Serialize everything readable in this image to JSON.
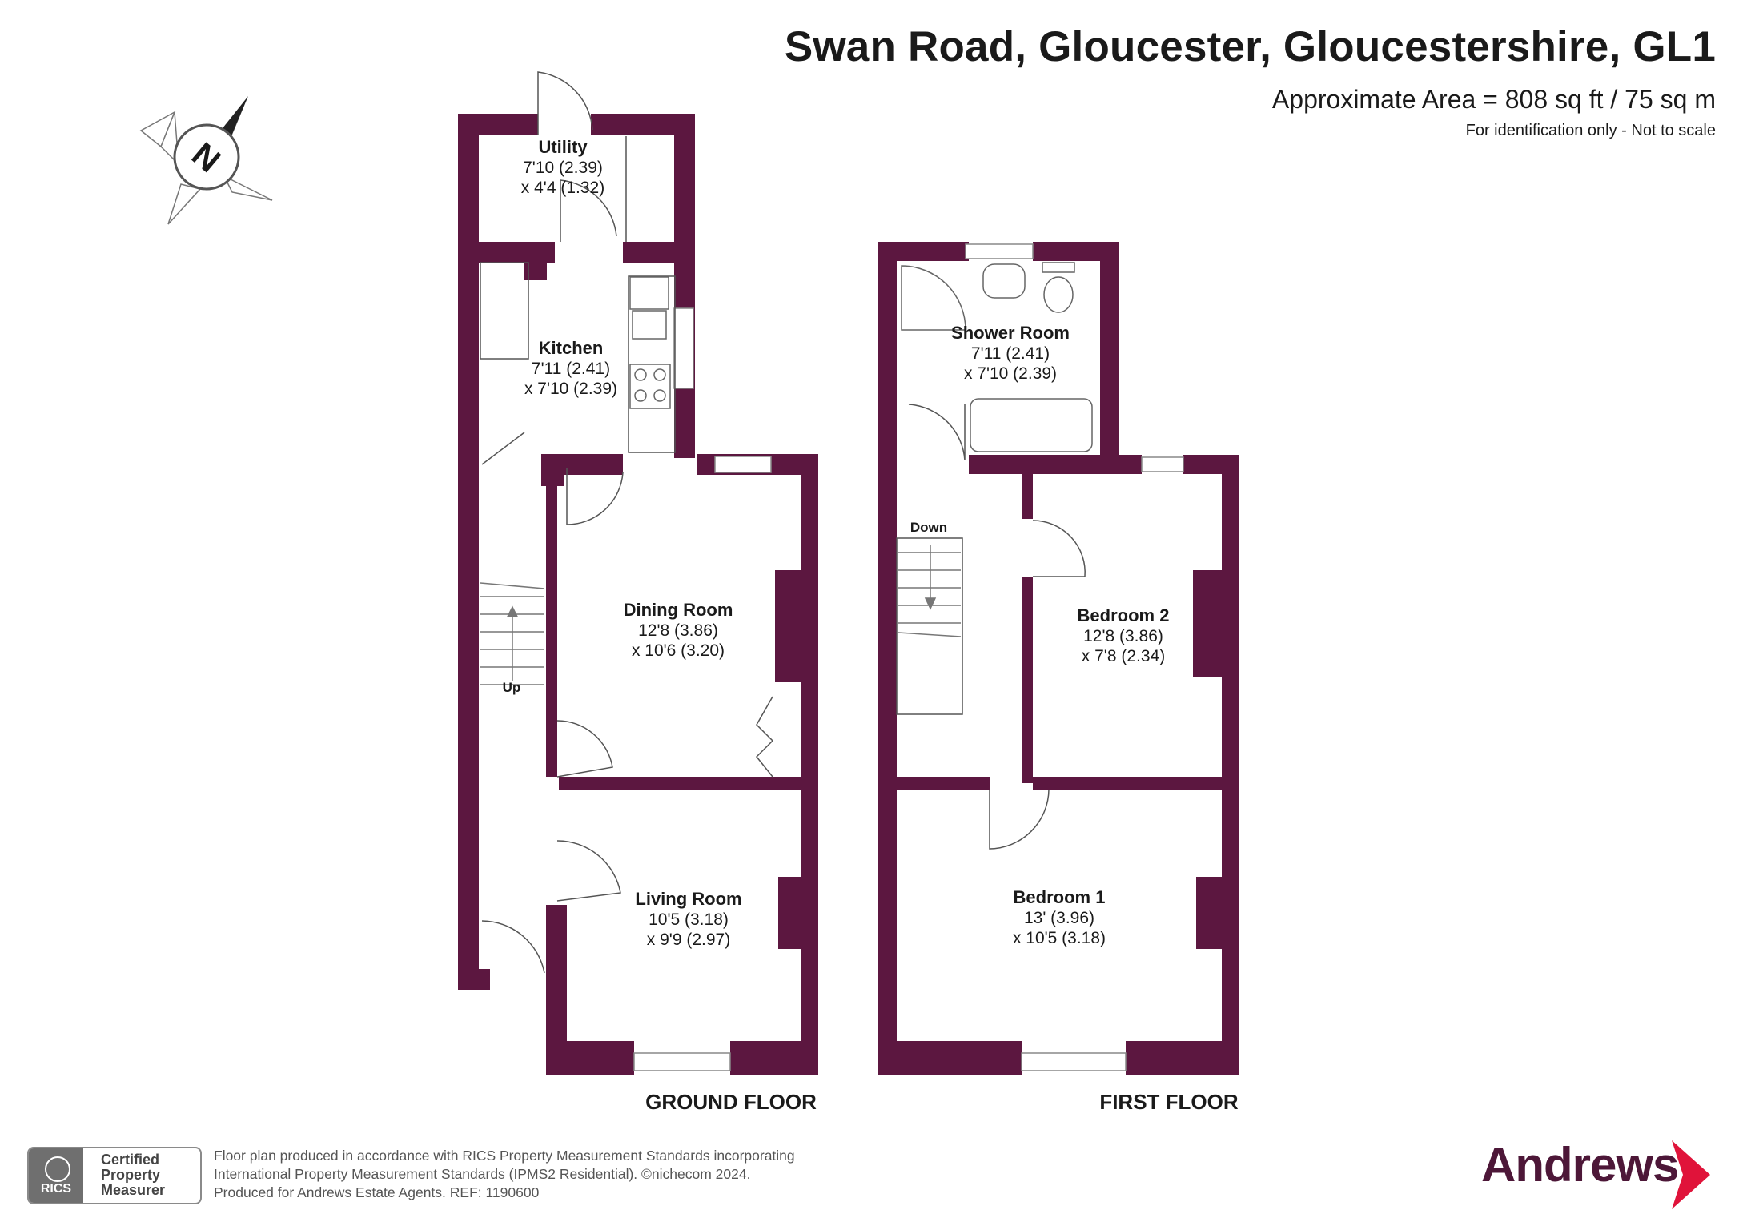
{
  "header": {
    "title": "Swan Road, Gloucester, Gloucestershire, GL1",
    "area": "Approximate Area = 808 sq ft / 75 sq m",
    "disclaimer": "For identification only - Not to scale"
  },
  "compass": {
    "label": "N",
    "icon": "compass-rose-icon"
  },
  "ground_floor": {
    "label": "GROUND FLOOR",
    "rooms": [
      {
        "name": "Utility",
        "dim1": "7'10 (2.39)",
        "dim2": "x 4'4 (1.32)"
      },
      {
        "name": "Kitchen",
        "dim1": "7'11 (2.41)",
        "dim2": "x 7'10 (2.39)"
      },
      {
        "name": "Dining Room",
        "dim1": "12'8 (3.86)",
        "dim2": "x 10'6 (3.20)"
      },
      {
        "name": "Living Room",
        "dim1": "10'5 (3.18)",
        "dim2": "x 9'9 (2.97)"
      }
    ],
    "stairs_label": "Up"
  },
  "first_floor": {
    "label": "FIRST FLOOR",
    "rooms": [
      {
        "name": "Shower Room",
        "dim1": "7'11 (2.41)",
        "dim2": "x 7'10 (2.39)"
      },
      {
        "name": "Bedroom 2",
        "dim1": "12'8 (3.86)",
        "dim2": "x 7'8 (2.34)"
      },
      {
        "name": "Bedroom 1",
        "dim1": "13' (3.96)",
        "dim2": "x 10'5 (3.18)"
      }
    ],
    "stairs_label": "Down"
  },
  "footer": {
    "badge_rics": "RICS",
    "badge_lines": [
      "Certified",
      "Property",
      "Measurer"
    ],
    "line1": "Floor plan produced in accordance with RICS Property Measurement Standards incorporating",
    "line2": "International Property Measurement Standards (IPMS2 Residential).  ©nichecom 2024.",
    "line3": "Produced for Andrews Estate Agents.   REF:  1190600",
    "brand": "Andrews"
  },
  "colors": {
    "wall": "#5c1740",
    "brand": "#4d1738",
    "accent": "#e0133a"
  }
}
